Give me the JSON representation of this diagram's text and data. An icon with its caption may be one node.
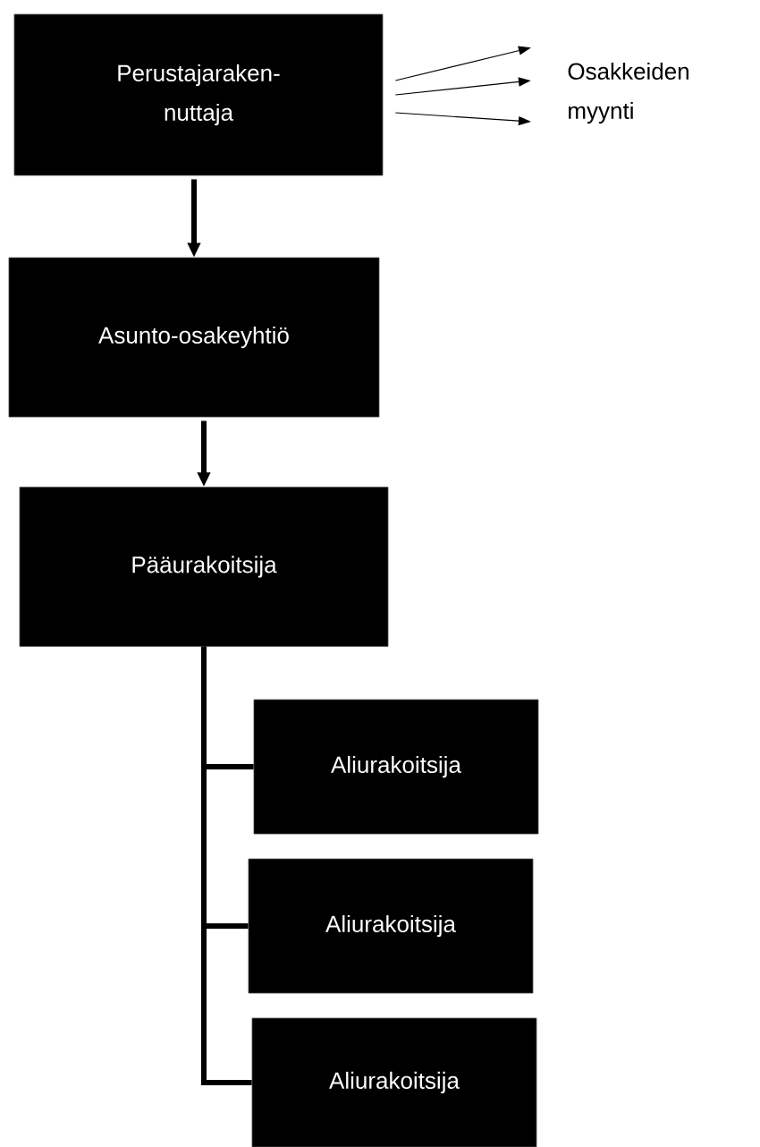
{
  "diagram": {
    "nodes": [
      {
        "text": [
          "Perustajaraken- nuttaja"
        ]
      },
      {
        "text": [
          "Asunto-osakeyhtiö"
        ]
      },
      {
        "text": [
          "Pääurakoitsija"
        ]
      },
      {
        "text": [
          "Aliurakoitsija"
        ]
      },
      {
        "text": [
          "Aliurakoitsija"
        ]
      },
      {
        "text": [
          "Aliurakoitsija"
        ]
      },
      {
        "text": [
          "Osakkeiden myynti"
        ]
      }
    ],
    "edges": [
      {
        "from": 0,
        "to": 6,
        "arrow": "to"
      },
      {
        "from": 0,
        "to": 6,
        "arrow": "to"
      },
      {
        "from": 0,
        "to": 6,
        "arrow": "to"
      },
      {
        "from": 0,
        "to": 1,
        "arrow": "to"
      },
      {
        "from": 1,
        "to": 2,
        "arrow": "to"
      },
      {
        "from": 2,
        "to": 3,
        "arrow": "none"
      },
      {
        "from": 2,
        "to": 4,
        "arrow": "none"
      },
      {
        "from": 2,
        "to": 5,
        "arrow": "none"
      }
    ]
  }
}
